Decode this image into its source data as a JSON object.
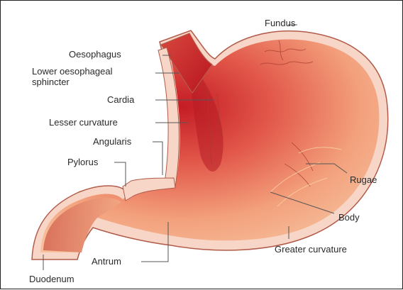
{
  "labels": {
    "fundus": "Fundus",
    "oesophagus": "Oesophagus",
    "lower_oesophageal_1": "Lower oesophageal",
    "lower_oesophageal_2": "sphincter",
    "cardia": "Cardia",
    "lesser_curvature": "Lesser curvature",
    "angularis": "Angularis",
    "pylorus": "Pylorus",
    "rugae": "Rugae",
    "body": "Body",
    "greater_curvature": "Greater curvature",
    "antrum": "Antrum",
    "duodenum": "Duodenum"
  },
  "colors": {
    "outer_wall": "#f7d3c3",
    "outer_wall_edge": "#b25b4a",
    "tissue_light": "#f6b48c",
    "tissue_dark": "#c9202a",
    "lumen_dark": "#b71c24"
  }
}
